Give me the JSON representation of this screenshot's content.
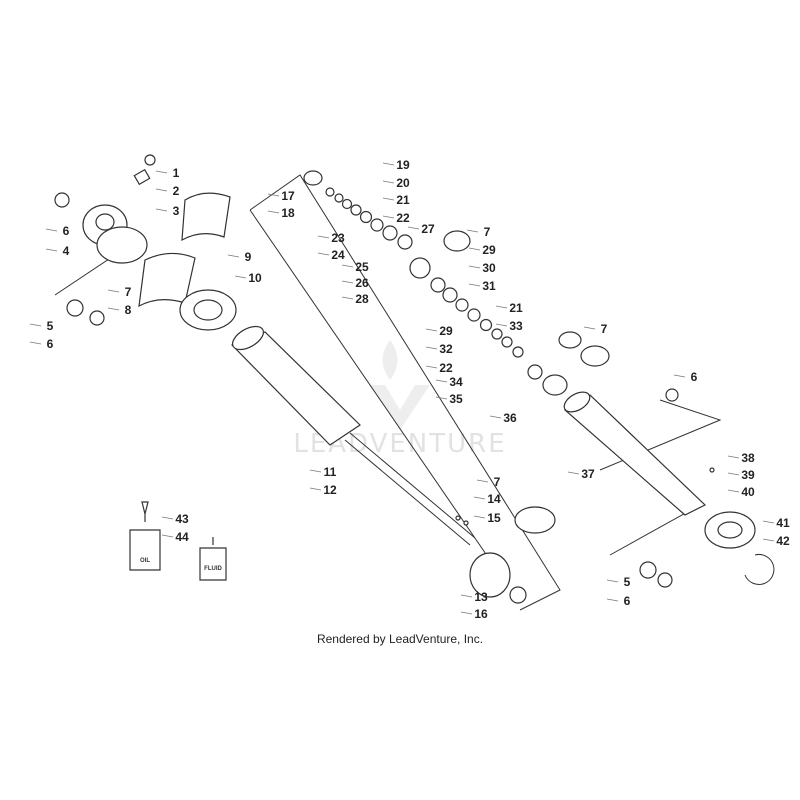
{
  "watermark": "LEADVENTURE",
  "caption": "Rendered by LeadVenture, Inc.",
  "bottle_labels": {
    "oil": "OIL",
    "fluid": "FLUID"
  },
  "callouts": [
    "1",
    "2",
    "3",
    "6",
    "4",
    "9",
    "10",
    "7",
    "8",
    "5",
    "6",
    "17",
    "18",
    "19",
    "20",
    "21",
    "22",
    "27",
    "7",
    "23",
    "24",
    "29",
    "25",
    "26",
    "30",
    "28",
    "31",
    "21",
    "29",
    "33",
    "32",
    "7",
    "22",
    "34",
    "35",
    "6",
    "36",
    "11",
    "12",
    "37",
    "38",
    "39",
    "40",
    "7",
    "14",
    "15",
    "43",
    "44",
    "41",
    "42",
    "13",
    "16",
    "5",
    "6"
  ]
}
